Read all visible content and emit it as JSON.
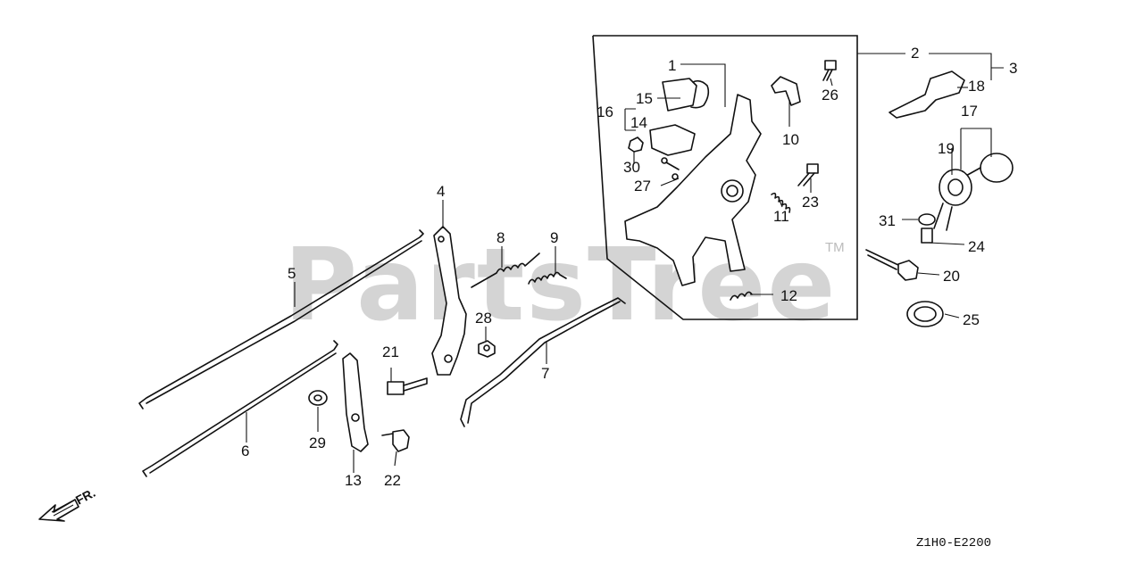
{
  "watermark": {
    "text": "PartsTree",
    "trademark": "TM"
  },
  "diagram_code": "Z1H0-E2200",
  "front_indicator": "FR.",
  "callouts": [
    {
      "id": "c1",
      "label": "1"
    },
    {
      "id": "c2",
      "label": "2"
    },
    {
      "id": "c3",
      "label": "3"
    },
    {
      "id": "c4",
      "label": "4"
    },
    {
      "id": "c5",
      "label": "5"
    },
    {
      "id": "c6",
      "label": "6"
    },
    {
      "id": "c7",
      "label": "7"
    },
    {
      "id": "c8",
      "label": "8"
    },
    {
      "id": "c9",
      "label": "9"
    },
    {
      "id": "c10",
      "label": "10"
    },
    {
      "id": "c11",
      "label": "11"
    },
    {
      "id": "c12",
      "label": "12"
    },
    {
      "id": "c13",
      "label": "13"
    },
    {
      "id": "c14",
      "label": "14"
    },
    {
      "id": "c15",
      "label": "15"
    },
    {
      "id": "c16",
      "label": "16"
    },
    {
      "id": "c17",
      "label": "17"
    },
    {
      "id": "c18",
      "label": "18"
    },
    {
      "id": "c19",
      "label": "19"
    },
    {
      "id": "c20",
      "label": "20"
    },
    {
      "id": "c21",
      "label": "21"
    },
    {
      "id": "c22",
      "label": "22"
    },
    {
      "id": "c23",
      "label": "23"
    },
    {
      "id": "c24",
      "label": "24"
    },
    {
      "id": "c25",
      "label": "25"
    },
    {
      "id": "c26",
      "label": "26"
    },
    {
      "id": "c27",
      "label": "27"
    },
    {
      "id": "c28",
      "label": "28"
    },
    {
      "id": "c29",
      "label": "29"
    },
    {
      "id": "c30",
      "label": "30"
    },
    {
      "id": "c31",
      "label": "31"
    }
  ]
}
